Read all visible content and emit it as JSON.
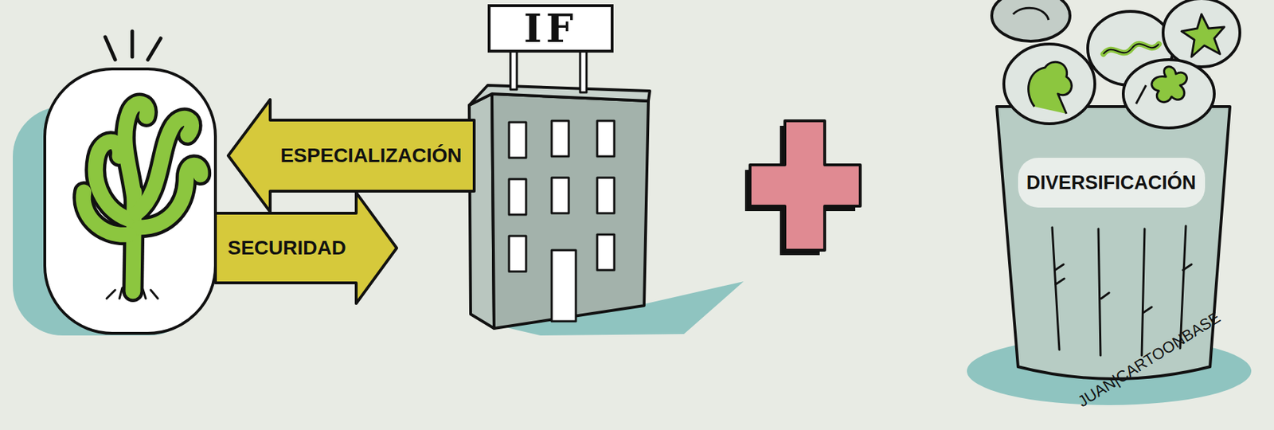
{
  "diagram": {
    "nodes": [
      {
        "text": [
          "ESPECIALIZACIÓN"
        ]
      },
      {
        "text": [
          "SECURIDAD"
        ]
      },
      {
        "text": [
          "IF"
        ]
      },
      {
        "text": [
          "DIVERSIFICACIÓN"
        ]
      }
    ],
    "labels": [
      "JUAN|CARTOONBASE"
    ]
  }
}
